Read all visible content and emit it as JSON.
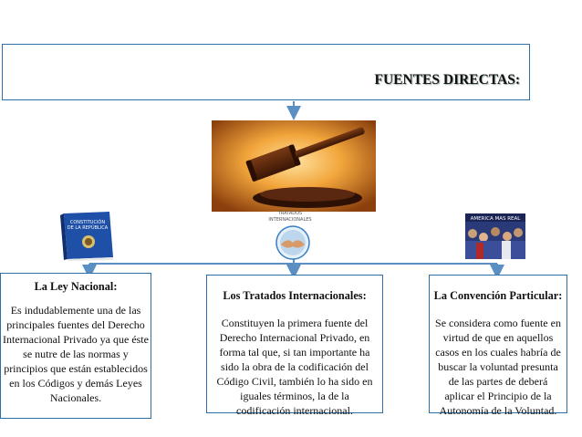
{
  "title": "FUENTES DIRECTAS:",
  "treaties_badge_text": [
    "TRATADOS",
    "INTERNACIONALES"
  ],
  "book_cover_text": [
    "CONSTITUCIÓN",
    "DE LA REPÚBLICA"
  ],
  "crowd_banner_text": "AMERICA MAS REAL",
  "cards": [
    {
      "title": "La Ley Nacional:",
      "body": "Es indudablemente una de las principales fuentes del Derecho Internacional Privado ya que éste se nutre de las normas y principios que están establecidos en los Códigos y demás Leyes Nacionales."
    },
    {
      "title": "Los Tratados Internacionales:",
      "body": "Constituyen la primera fuente del Derecho Internacional Privado, en forma tal que, si tan importante ha sido la obra de la codificación del Código Civil, también lo ha sido en iguales términos, la de la codificación internacional."
    },
    {
      "title": "La Convención Particular:",
      "body": "Se considera como fuente en virtud de que en aquellos casos en los cuales habría de buscar la voluntad presunta de las partes de deberá aplicar el Principio de la Autonomía de la Voluntad."
    }
  ],
  "colors": {
    "border": "#2f6fa8",
    "connector": "#5b8fc4"
  }
}
